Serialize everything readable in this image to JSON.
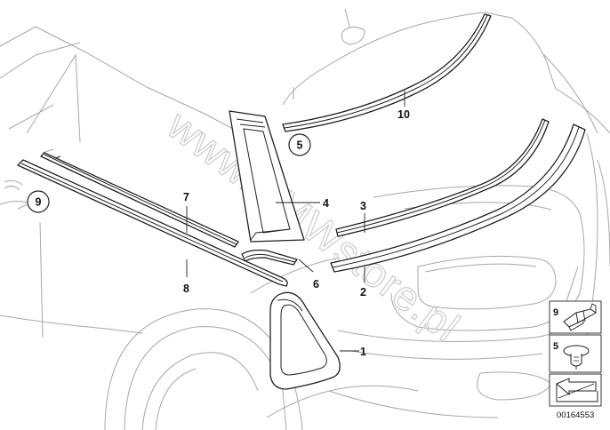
{
  "watermark": "www.BMWstore.pl",
  "callouts": {
    "c1": "1",
    "c2": "2",
    "c3": "3",
    "c4": "4",
    "c5": "5",
    "c6": "6",
    "c7": "7",
    "c8": "8",
    "c9": "9",
    "c10": "10"
  },
  "legend": {
    "item9": "9",
    "item5": "5"
  },
  "document_number": "00164553"
}
